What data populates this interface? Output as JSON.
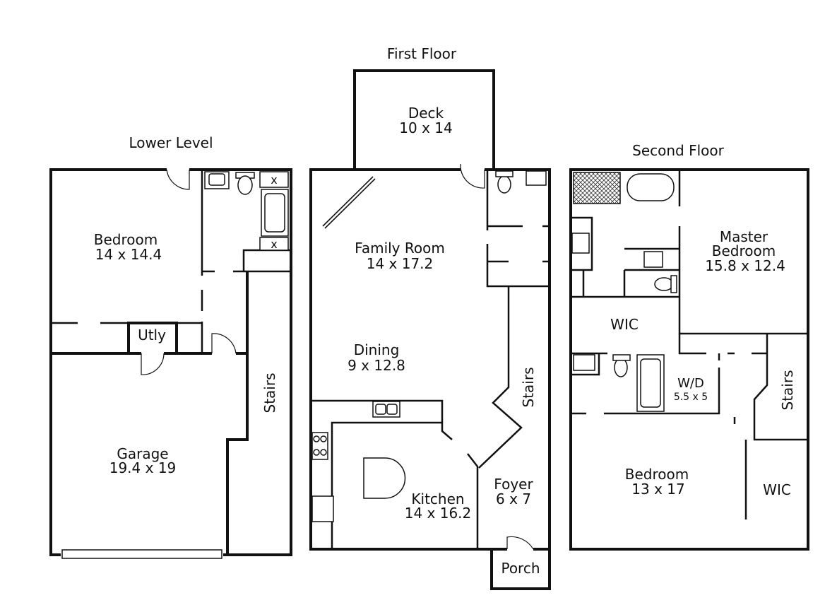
{
  "lower_level": {
    "title": "Lower Level",
    "bedroom": {
      "name": "Bedroom",
      "size": "14 x 14.4"
    },
    "utility": "Utly",
    "garage": {
      "name": "Garage",
      "size": "19.4 x 19"
    },
    "stairs": "Stairs",
    "marks": [
      "x",
      "x"
    ]
  },
  "first_floor": {
    "title": "First Floor",
    "deck": {
      "name": "Deck",
      "size": "10 x 14"
    },
    "family_room": {
      "name": "Family Room",
      "size": "14 x 17.2"
    },
    "dining": {
      "name": "Dining",
      "size": "9 x 12.8"
    },
    "kitchen": {
      "name": "Kitchen",
      "size": "14 x 16.2"
    },
    "foyer": {
      "name": "Foyer",
      "size": "6 x 7"
    },
    "porch": "Porch",
    "stairs": "Stairs"
  },
  "second_floor": {
    "title": "Second Floor",
    "master_bedroom": {
      "line1": "Master",
      "line2": "Bedroom",
      "size": "15.8 x 12.4"
    },
    "wic": "WIC",
    "wd": {
      "name": "W/D",
      "size": "5.5 x 5"
    },
    "stairs": "Stairs",
    "bedroom": {
      "name": "Bedroom",
      "size": "13 x 17"
    },
    "wic2": "WIC"
  }
}
